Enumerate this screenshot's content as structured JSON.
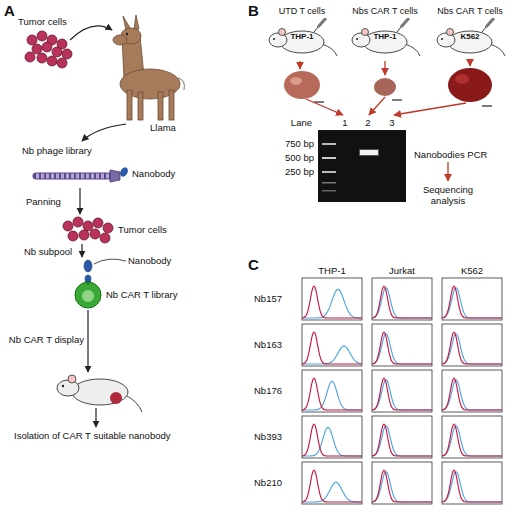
{
  "diagram": {
    "nodes": [
      {
        "text": [
          "UTD T cells",
          "THP-1"
        ]
      },
      {
        "text": [
          "Nbs CAR T cells",
          "THP-1"
        ]
      },
      {
        "text": [
          "Nbs CAR T cells",
          "K562"
        ]
      }
    ],
    "labels": [
      "A",
      "Tumor cells",
      "Llama",
      "Nb phage library",
      "Nanobody",
      "Panning",
      "Tumor cells",
      "Nb subpool",
      "Nanobody",
      "Nb CAR T library",
      "Nb CAR T display",
      "Isolation of CAR T suitable nanobody",
      "B",
      "Lane",
      "1",
      "2",
      "3",
      "750 bp",
      "500 bp",
      "250 bp",
      "Nanobodies PCR",
      "Sequencing analysis",
      "C",
      "THP-1",
      "Jurkat",
      "K562",
      "Nb157",
      "Nb163",
      "Nb176",
      "Nb393",
      "Nb210"
    ]
  }
}
